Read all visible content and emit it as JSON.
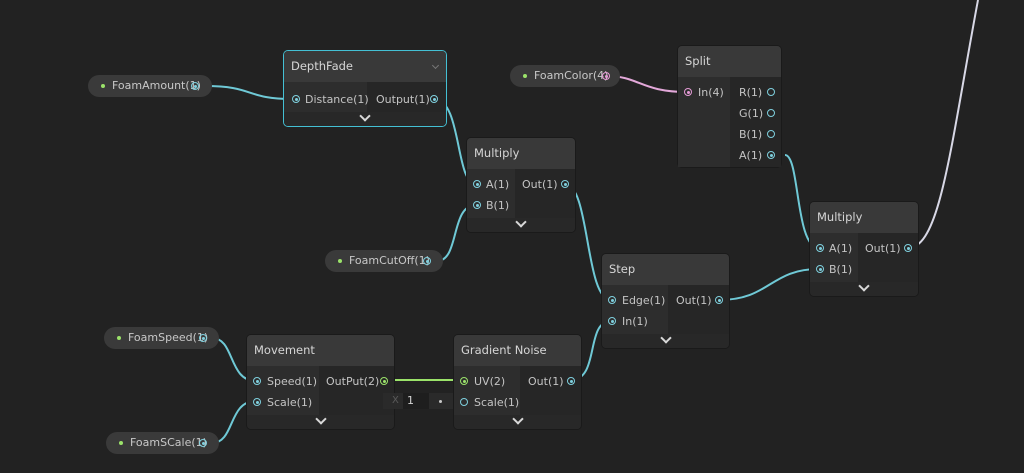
{
  "properties": {
    "foam_amount": "FoamAmount(1)",
    "foam_color": "FoamColor(4)",
    "foam_cutoff": "FoamCutOff(1)",
    "foam_speed": "FoamSpeed(1)",
    "foam_scale": "FoamSCale(1)"
  },
  "nodes": {
    "depth_fade": {
      "title": "DepthFade",
      "in": "Distance(1)",
      "out": "Output(1)"
    },
    "multiply_1": {
      "title": "Multiply",
      "in_a": "A(1)",
      "in_b": "B(1)",
      "out": "Out(1)"
    },
    "split": {
      "title": "Split",
      "in": "In(4)",
      "out_r": "R(1)",
      "out_g": "G(1)",
      "out_b": "B(1)",
      "out_a": "A(1)"
    },
    "multiply_2": {
      "title": "Multiply",
      "in_a": "A(1)",
      "in_b": "B(1)",
      "out": "Out(1)"
    },
    "step": {
      "title": "Step",
      "in_edge": "Edge(1)",
      "in_in": "In(1)",
      "out": "Out(1)"
    },
    "movement": {
      "title": "Movement",
      "in_speed": "Speed(1)",
      "in_scale": "Scale(1)",
      "out": "OutPut(2)"
    },
    "gradient_noise": {
      "title": "Gradient Noise",
      "in_uv": "UV(2)",
      "in_scale": "Scale(1)",
      "out": "Out(1)",
      "scale_value": "1",
      "scale_axis": "X"
    }
  },
  "colors": {
    "wire_float": "#6fc9d6",
    "wire_vector2": "#9be36a",
    "wire_vector4": "#e3a8d9",
    "selection": "#44c0d4",
    "background": "#222222"
  }
}
